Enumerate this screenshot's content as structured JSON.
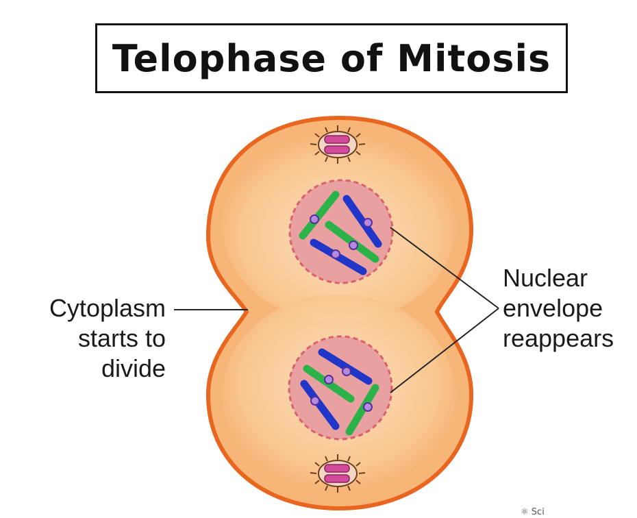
{
  "title": "Telophase of Mitosis",
  "labels": {
    "cytoplasm": [
      "Cytoplasm",
      "starts to",
      "divide"
    ],
    "nuclear": [
      "Nuclear",
      "envelope",
      "reappears"
    ]
  },
  "credit": "Sci",
  "colors": {
    "cell_outline": "#e8661f",
    "cytoplasm_outer": "#f6b272",
    "cytoplasm_inner": "#fde7cc",
    "nucleus_fill": "#e9a0a0",
    "nucleus_border": "#d9606a",
    "chromosome_blue": "#1f36c9",
    "chromosome_green": "#2bb34a",
    "centromere": "#b08be0",
    "centriole": "#d24b98"
  }
}
